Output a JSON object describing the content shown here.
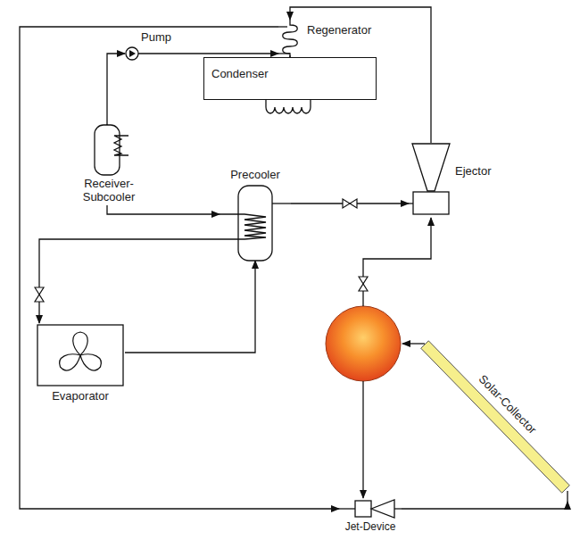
{
  "diagram": {
    "nodes": [
      {
        "text": [
          "Regenerator"
        ]
      },
      {
        "text": [
          "Condenser"
        ]
      },
      {
        "text": [
          "Pump"
        ]
      },
      {
        "text": [
          "Receiver-Subcooler"
        ]
      },
      {
        "text": [
          "Precooler"
        ]
      },
      {
        "text": [
          "Ejector"
        ]
      },
      {
        "text": [
          "Evaporator"
        ]
      },
      {
        "text": [
          "Solar-Collector"
        ]
      },
      {
        "text": [
          "Jet-Device"
        ]
      }
    ],
    "edges": [
      {
        "from": 5,
        "to": 0,
        "arrow": "to"
      },
      {
        "from": 3,
        "to": 2,
        "arrow": "to"
      },
      {
        "from": 2,
        "to": 0,
        "arrow": "to"
      },
      {
        "from": 0,
        "to": 8,
        "arrow": "to"
      },
      {
        "from": 3,
        "to": 4,
        "arrow": "to"
      },
      {
        "from": 4,
        "to": 5,
        "arrow": "to"
      },
      {
        "from": 4,
        "to": 6,
        "arrow": "to"
      },
      {
        "from": 6,
        "to": 4,
        "arrow": "to"
      },
      {
        "from": 8,
        "to": 7,
        "arrow": "to"
      }
    ]
  }
}
